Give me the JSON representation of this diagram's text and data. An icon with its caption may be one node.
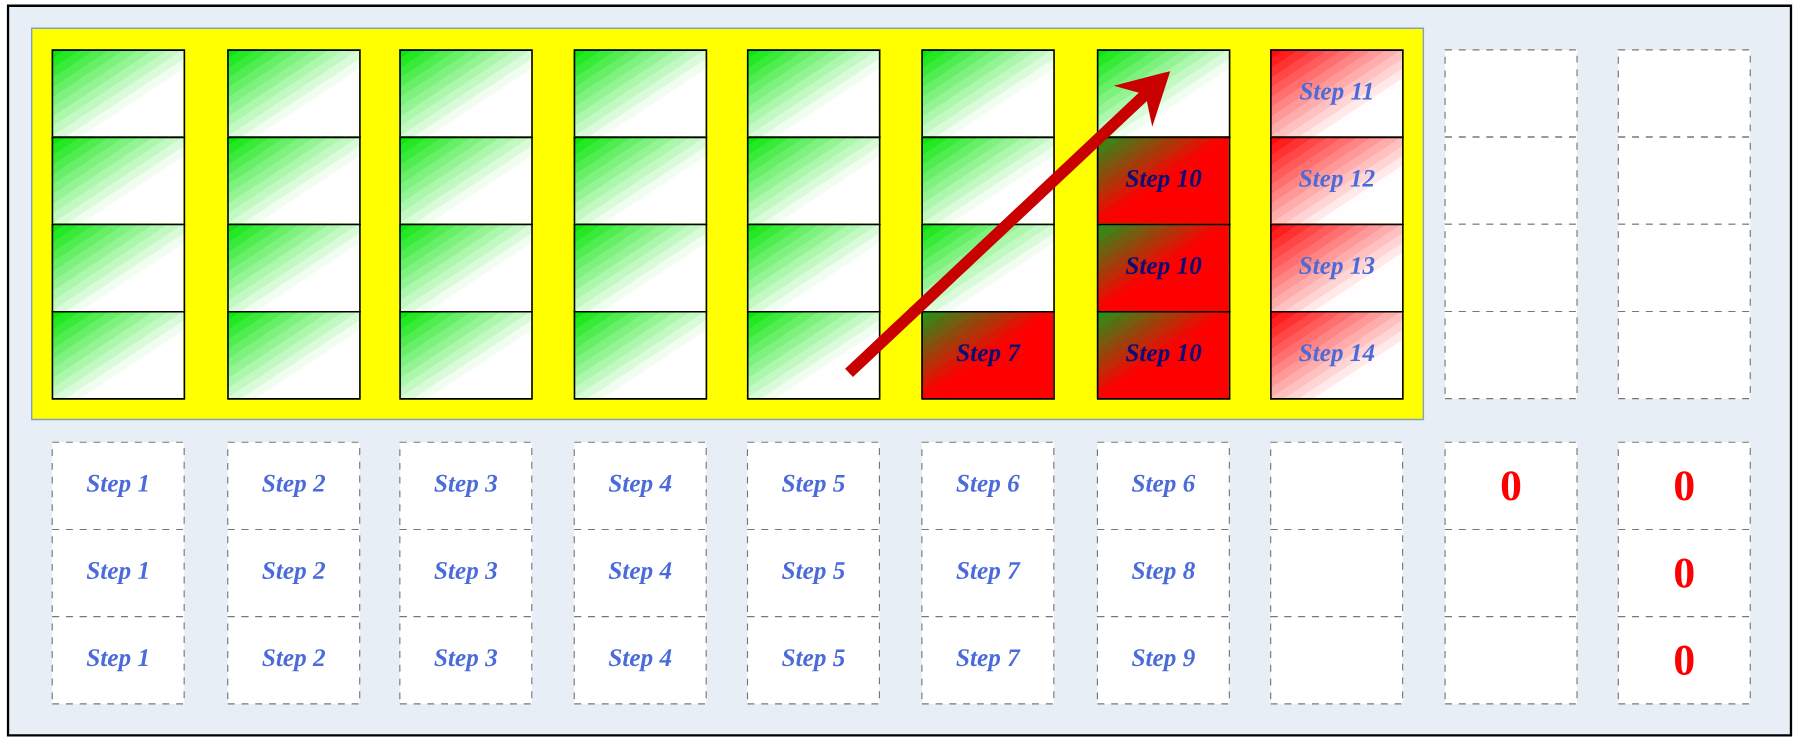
{
  "diagram": {
    "nodes": [
      {
        "text": [],
        "shape": "box"
      },
      {
        "text": [],
        "shape": "box",
        "in": 0
      },
      {
        "text": [],
        "shape": "box",
        "in": 0
      },
      {
        "text": [],
        "shape": "box",
        "in": 0
      },
      {
        "text": [],
        "shape": "box",
        "in": 0
      },
      {
        "text": [],
        "shape": "box",
        "in": 0
      },
      {
        "text": [],
        "shape": "box",
        "in": 0
      },
      {
        "text": [],
        "shape": "box",
        "in": 0
      },
      {
        "text": [
          "Step 11"
        ],
        "in": 0
      },
      {
        "text": [],
        "shape": "box"
      },
      {
        "text": [],
        "shape": "box"
      },
      {
        "text": [],
        "shape": "box",
        "in": 0
      },
      {
        "text": [],
        "shape": "box",
        "in": 0
      },
      {
        "text": [],
        "shape": "box",
        "in": 0
      },
      {
        "text": [],
        "shape": "box",
        "in": 0
      },
      {
        "text": [],
        "shape": "box",
        "in": 0
      },
      {
        "text": [],
        "shape": "box",
        "in": 0
      },
      {
        "text": [
          "Step 10"
        ],
        "in": 0
      },
      {
        "text": [
          "Step 12"
        ],
        "in": 0
      },
      {
        "text": [],
        "shape": "box"
      },
      {
        "text": [],
        "shape": "box"
      },
      {
        "text": [],
        "shape": "box",
        "in": 0
      },
      {
        "text": [],
        "shape": "box",
        "in": 0
      },
      {
        "text": [],
        "shape": "box",
        "in": 0
      },
      {
        "text": [],
        "shape": "box",
        "in": 0
      },
      {
        "text": [],
        "shape": "box",
        "in": 0
      },
      {
        "text": [],
        "shape": "box",
        "in": 0
      },
      {
        "text": [
          "Step 10"
        ],
        "in": 0
      },
      {
        "text": [
          "Step 13"
        ],
        "in": 0
      },
      {
        "text": [],
        "shape": "box"
      },
      {
        "text": [],
        "shape": "box"
      },
      {
        "text": [],
        "shape": "box",
        "in": 0
      },
      {
        "text": [],
        "shape": "box",
        "in": 0
      },
      {
        "text": [],
        "shape": "box",
        "in": 0
      },
      {
        "text": [],
        "shape": "box",
        "in": 0
      },
      {
        "text": [],
        "shape": "box",
        "in": 0
      },
      {
        "text": [
          "Step 7"
        ],
        "in": 0
      },
      {
        "text": [
          "Step 10"
        ],
        "in": 0
      },
      {
        "text": [
          "Step 14"
        ],
        "in": 0
      },
      {
        "text": [],
        "shape": "box"
      },
      {
        "text": [],
        "shape": "box"
      },
      {
        "text": [
          "Step 1"
        ]
      },
      {
        "text": [
          "Step 2"
        ]
      },
      {
        "text": [
          "Step 3"
        ]
      },
      {
        "text": [
          "Step 4"
        ]
      },
      {
        "text": [
          "Step 5"
        ]
      },
      {
        "text": [
          "Step 6"
        ]
      },
      {
        "text": [
          "Step 6"
        ]
      },
      {
        "text": [],
        "shape": "box"
      },
      {
        "text": [
          "0"
        ]
      },
      {
        "text": [
          "0"
        ]
      },
      {
        "text": [
          "Step 1"
        ]
      },
      {
        "text": [
          "Step 2"
        ]
      },
      {
        "text": [
          "Step 3"
        ]
      },
      {
        "text": [
          "Step 4"
        ]
      },
      {
        "text": [
          "Step 5"
        ]
      },
      {
        "text": [
          "Step 7"
        ]
      },
      {
        "text": [
          "Step 8"
        ]
      },
      {
        "text": [],
        "shape": "box"
      },
      {
        "text": [],
        "shape": "box"
      },
      {
        "text": [
          "0"
        ]
      },
      {
        "text": [
          "Step 1"
        ]
      },
      {
        "text": [
          "Step 2"
        ]
      },
      {
        "text": [
          "Step 3"
        ]
      },
      {
        "text": [
          "Step 4"
        ]
      },
      {
        "text": [
          "Step 5"
        ]
      },
      {
        "text": [
          "Step 7"
        ]
      },
      {
        "text": [
          "Step 9"
        ]
      },
      {
        "text": [],
        "shape": "box"
      },
      {
        "text": [],
        "shape": "box"
      },
      {
        "text": [
          "0"
        ]
      }
    ]
  }
}
